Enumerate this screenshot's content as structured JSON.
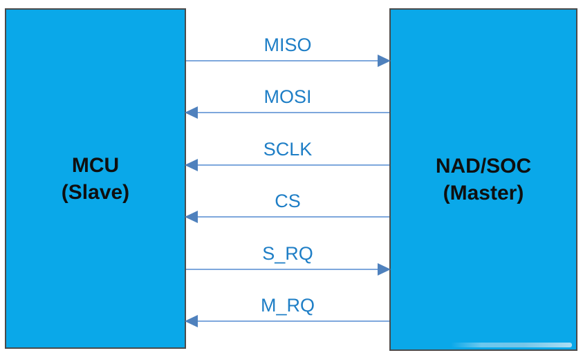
{
  "boxes": {
    "left": {
      "line1": "MCU",
      "line2": "(Slave)"
    },
    "right": {
      "line1": "NAD/SOC",
      "line2": "(Master)"
    }
  },
  "signals": [
    {
      "label": "MISO",
      "direction": "right"
    },
    {
      "label": "MOSI",
      "direction": "left"
    },
    {
      "label": "SCLK",
      "direction": "left"
    },
    {
      "label": "CS",
      "direction": "left"
    },
    {
      "label": "S_RQ",
      "direction": "right"
    },
    {
      "label": "M_RQ",
      "direction": "left"
    }
  ],
  "colors": {
    "box_fill": "#0aa8e9",
    "box_border": "#4a4a4a",
    "box_text": "#0f0f0f",
    "label_text": "#1e7ec6",
    "line": "#7da7dc",
    "arrowhead": "#4f81bd"
  }
}
